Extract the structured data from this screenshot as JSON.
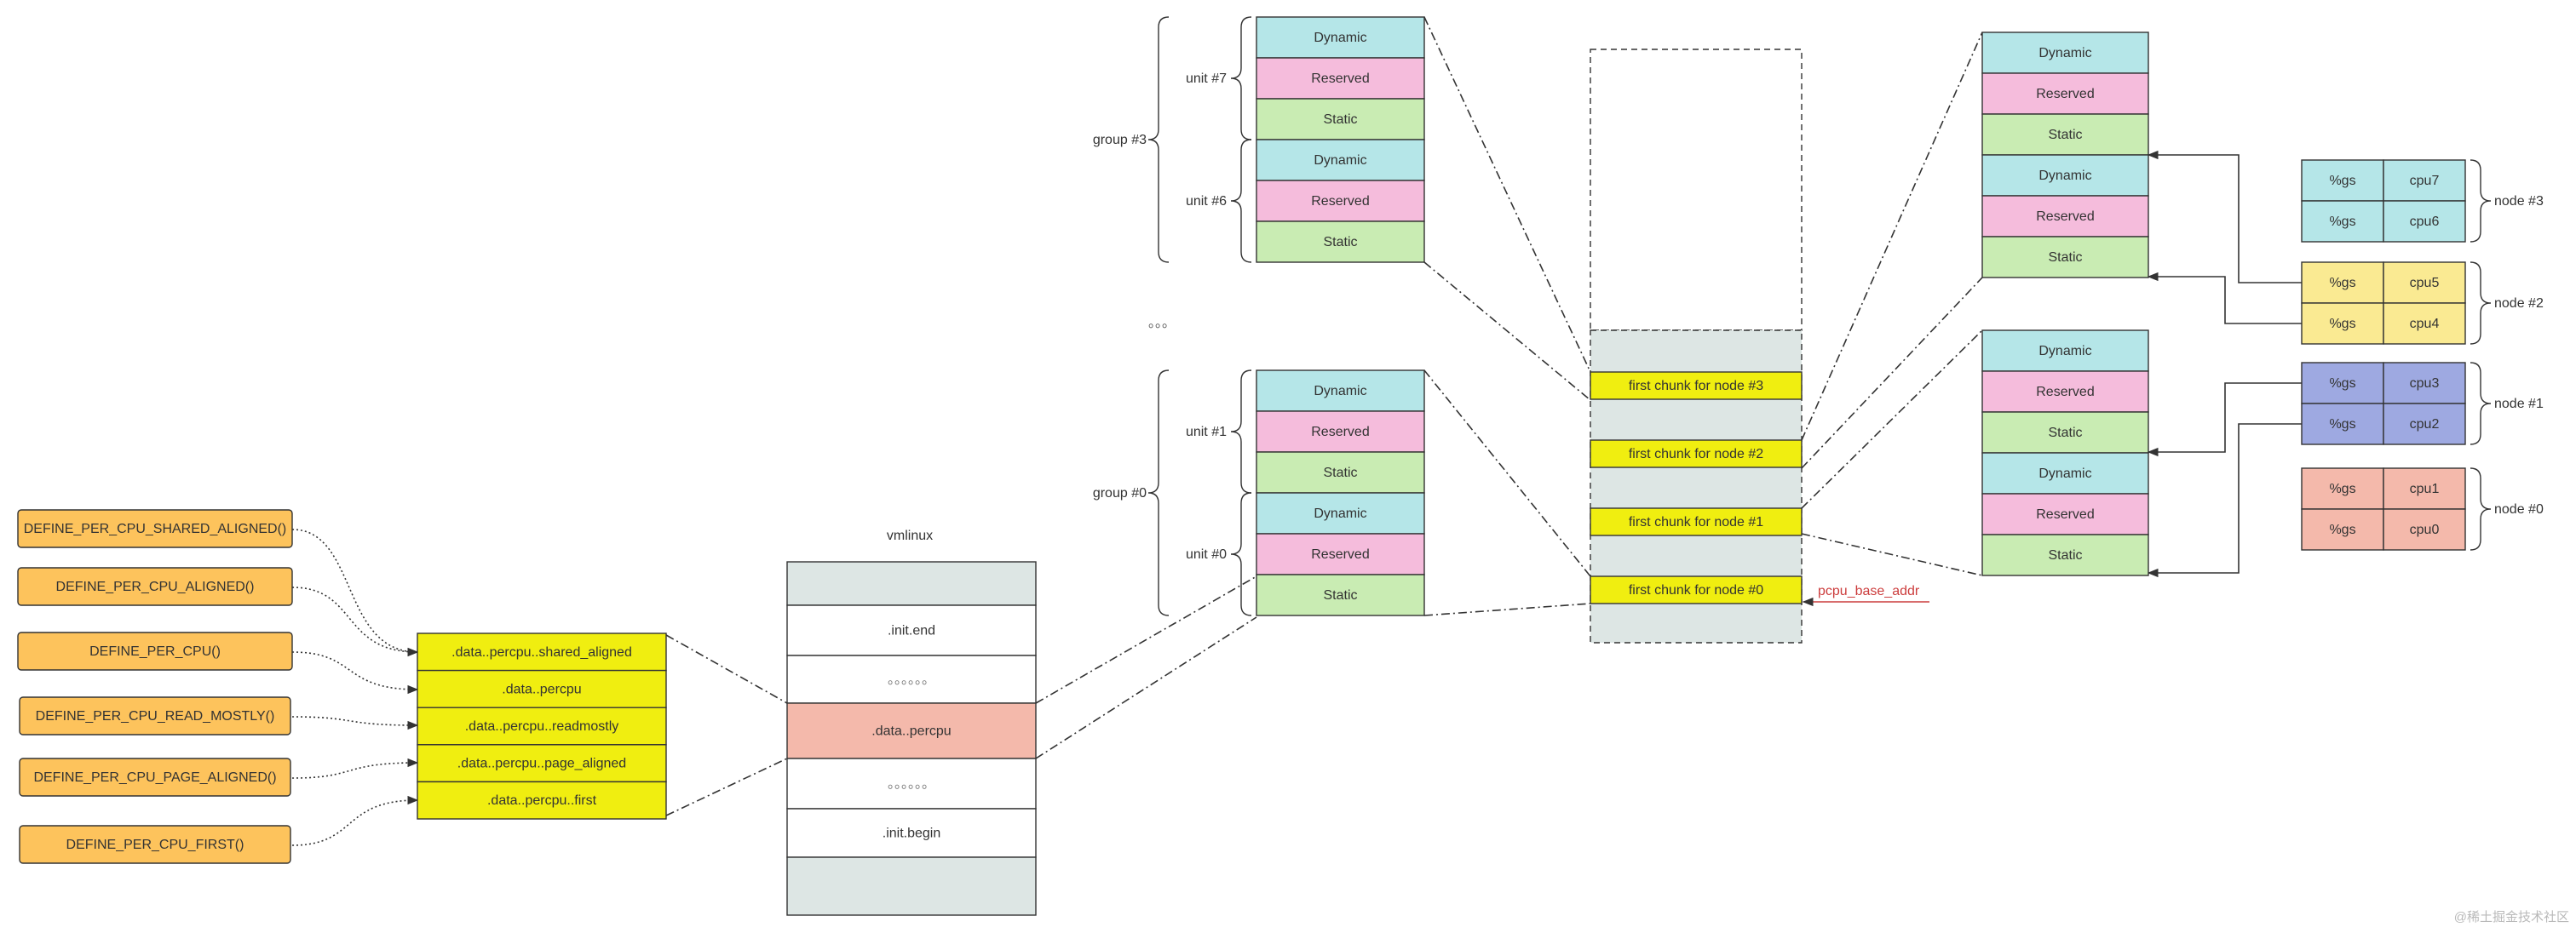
{
  "colors": {
    "macro_fill": "#fdc35c",
    "section_fill": "#f0ee10",
    "vmlinux_gray": "#dde6e4",
    "percpu_fill": "#f4b9ab",
    "dynamic_fill": "#b5e6e8",
    "reserved_fill": "#f5bcdc",
    "static_fill": "#c9ecb3",
    "chunk_gray": "#dde6e4",
    "node3_fill": "#b5e6e8",
    "node2_fill": "#faea92",
    "node1_fill": "#9ea9e1",
    "node0_fill": "#f4b9ab",
    "base_addr_color": "#cc3d3d"
  },
  "macros": [
    "DEFINE_PER_CPU_SHARED_ALIGNED()",
    "DEFINE_PER_CPU_ALIGNED()",
    "DEFINE_PER_CPU()",
    "DEFINE_PER_CPU_READ_MOSTLY()",
    "DEFINE_PER_CPU_PAGE_ALIGNED()",
    "DEFINE_PER_CPU_FIRST()"
  ],
  "sections": [
    ".data..percpu..shared_aligned",
    ".data..percpu",
    ".data..percpu..readmostly",
    ".data..percpu..page_aligned",
    ".data..percpu..first"
  ],
  "vmlinux": {
    "title": "vmlinux",
    "rows": [
      "",
      ".init.end",
      "。。。。。。",
      ".data..percpu",
      "。。。。。。",
      ".init.begin",
      ""
    ]
  },
  "unit_blocks": {
    "dynamic": "Dynamic",
    "reserved": "Reserved",
    "static": "Static"
  },
  "groups": [
    {
      "label": "group #3",
      "units": [
        "unit #7",
        "unit #6"
      ]
    },
    {
      "label": "group #0",
      "units": [
        "unit #1",
        "unit #0"
      ]
    }
  ],
  "group_ellipsis": "。。。",
  "chunks": [
    "first chunk for node #3",
    "first chunk for node #2",
    "first chunk for node #1",
    "first chunk for node #0"
  ],
  "pcpu_base_addr": "pcpu_base_addr",
  "cpu_nodes": [
    {
      "label": "node #3",
      "rows": [
        [
          "%gs",
          "cpu7"
        ],
        [
          "%gs",
          "cpu6"
        ]
      ]
    },
    {
      "label": "node #2",
      "rows": [
        [
          "%gs",
          "cpu5"
        ],
        [
          "%gs",
          "cpu4"
        ]
      ]
    },
    {
      "label": "node #1",
      "rows": [
        [
          "%gs",
          "cpu3"
        ],
        [
          "%gs",
          "cpu2"
        ]
      ]
    },
    {
      "label": "node #0",
      "rows": [
        [
          "%gs",
          "cpu1"
        ],
        [
          "%gs",
          "cpu0"
        ]
      ]
    }
  ],
  "watermark": "@稀土掘金技术社区"
}
